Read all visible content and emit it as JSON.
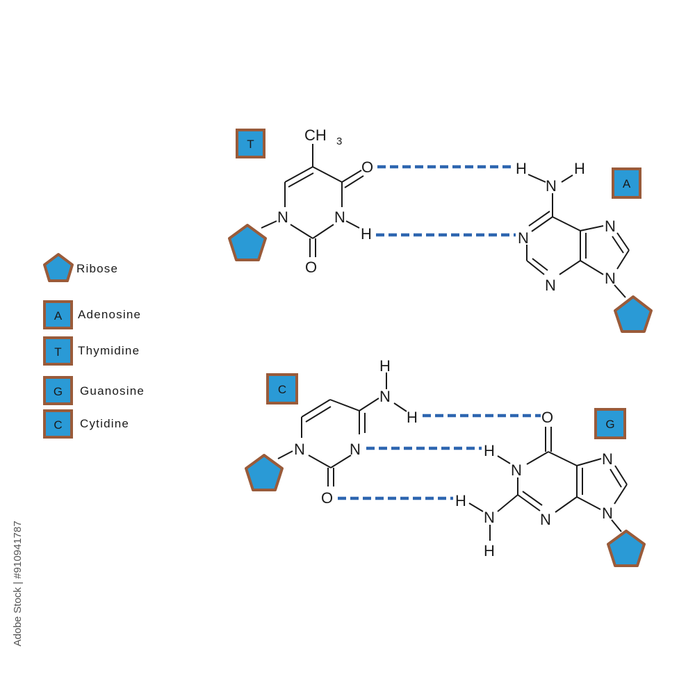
{
  "legend": {
    "ribose": "Ribose",
    "adenosine_key": "A",
    "adenosine": "Adenosine",
    "thymidine_key": "T",
    "thymidine": "Thymidine",
    "guanosine_key": "G",
    "guanosine": "Guanosine",
    "cytidine_key": "C",
    "cytidine": "Cytidine"
  },
  "pair_at": {
    "thymine_tag": "T",
    "adenine_tag": "A",
    "methyl": "CH",
    "methyl_sub": "3",
    "atoms": {
      "o": "O",
      "n": "N",
      "h": "H"
    }
  },
  "pair_cg": {
    "cytosine_tag": "C",
    "guanine_tag": "G",
    "atoms": {
      "o": "O",
      "n": "N",
      "h": "H"
    }
  },
  "watermark": "Adobe Stock | #910941787",
  "colors": {
    "hydrogen_bond": "#2e66b0",
    "base_fill": "#2a9ad6",
    "border": "#9a5b3a"
  }
}
